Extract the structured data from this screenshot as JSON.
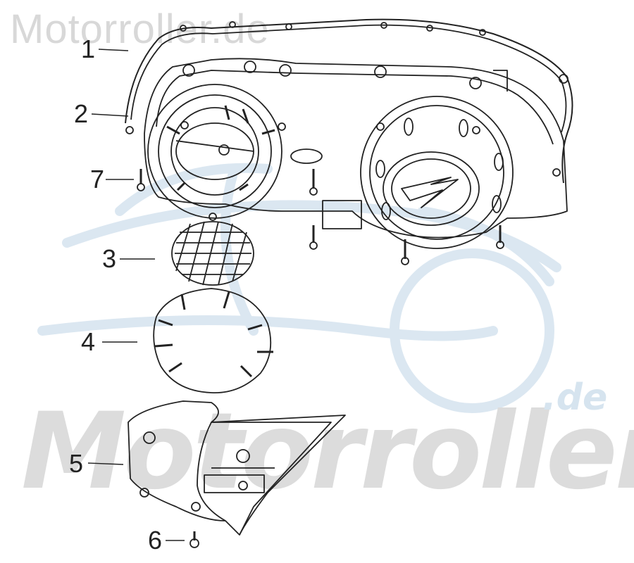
{
  "watermark": {
    "top_text": "Motorroller.de",
    "main_text": "Motorroller",
    "suffix_text": ".de"
  },
  "callouts": [
    {
      "id": "1",
      "label": "1"
    },
    {
      "id": "2",
      "label": "2"
    },
    {
      "id": "3",
      "label": "3"
    },
    {
      "id": "4",
      "label": "4"
    },
    {
      "id": "5",
      "label": "5"
    },
    {
      "id": "6",
      "label": "6"
    },
    {
      "id": "7",
      "label": "7"
    }
  ],
  "colors": {
    "line": "#222222",
    "watermark_gray": "#dcdcdc",
    "watermark_blue": "#d6e4ef"
  }
}
